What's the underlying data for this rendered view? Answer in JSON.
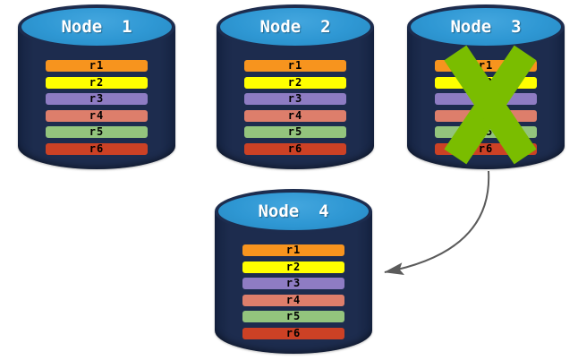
{
  "diagram": {
    "background": "#FFFFFF",
    "colors": {
      "cylinder_body": "#1D2C4E",
      "cylinder_top": "#2E97D3",
      "node_label_text": "#FFFFFF",
      "record_label_text": "#000000",
      "cross": "#7ABD00",
      "arrow": "#5B5B5B"
    },
    "nodes": [
      {
        "id": "node-1",
        "label": "Node 1",
        "failed": false,
        "records": [
          {
            "label": "r1",
            "color": "#F7941E"
          },
          {
            "label": "r2",
            "color": "#FFFF00"
          },
          {
            "label": "r3",
            "color": "#8E7CC3"
          },
          {
            "label": "r4",
            "color": "#DD7E6B"
          },
          {
            "label": "r5",
            "color": "#93C47D"
          },
          {
            "label": "r6",
            "color": "#CC4125"
          }
        ]
      },
      {
        "id": "node-2",
        "label": "Node 2",
        "failed": false,
        "records": [
          {
            "label": "r1",
            "color": "#F7941E"
          },
          {
            "label": "r2",
            "color": "#FFFF00"
          },
          {
            "label": "r3",
            "color": "#8E7CC3"
          },
          {
            "label": "r4",
            "color": "#DD7E6B"
          },
          {
            "label": "r5",
            "color": "#93C47D"
          },
          {
            "label": "r6",
            "color": "#CC4125"
          }
        ]
      },
      {
        "id": "node-3",
        "label": "Node 3",
        "failed": true,
        "records": [
          {
            "label": "r1",
            "color": "#F7941E"
          },
          {
            "label": "r2",
            "color": "#FFFF00"
          },
          {
            "label": "r3",
            "color": "#8E7CC3"
          },
          {
            "label": "r4",
            "color": "#DD7E6B"
          },
          {
            "label": "r5",
            "color": "#93C47D"
          },
          {
            "label": "r6",
            "color": "#CC4125"
          }
        ]
      },
      {
        "id": "node-4",
        "label": "Node 4",
        "failed": false,
        "records": [
          {
            "label": "r1",
            "color": "#F7941E"
          },
          {
            "label": "r2",
            "color": "#FFFF00"
          },
          {
            "label": "r3",
            "color": "#8E7CC3"
          },
          {
            "label": "r4",
            "color": "#DD7E6B"
          },
          {
            "label": "r5",
            "color": "#93C47D"
          },
          {
            "label": "r6",
            "color": "#CC4125"
          }
        ]
      }
    ],
    "arrow": {
      "from": "node-3",
      "to": "node-4"
    }
  }
}
